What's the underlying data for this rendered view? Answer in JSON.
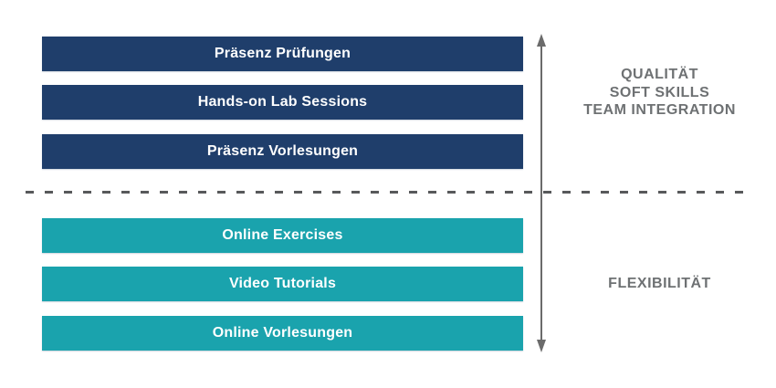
{
  "diagram": {
    "top_group": {
      "color": "#1F3E6B",
      "bars": [
        {
          "label": "Präsenz Prüfungen"
        },
        {
          "label": "Hands-on Lab Sessions"
        },
        {
          "label": "Präsenz Vorlesungen"
        }
      ],
      "side_label_lines": [
        "QUALITÄT",
        "SOFT SKILLS",
        "TEAM INTEGRATION"
      ]
    },
    "bottom_group": {
      "color": "#1AA3AD",
      "bars": [
        {
          "label": "Online Exercises"
        },
        {
          "label": "Video Tutorials"
        },
        {
          "label": "Online Vorlesungen"
        }
      ],
      "side_label": "FLEXIBILITÄT"
    },
    "divider": {
      "style": "dashed",
      "color": "#58595B"
    },
    "arrow": {
      "icon": "double-vertical-arrow",
      "color": "#6B6B6B"
    },
    "side_label_color": "#6E7173",
    "bar_text_color": "#FFFFFF",
    "background_color": "#FFFFFF"
  }
}
